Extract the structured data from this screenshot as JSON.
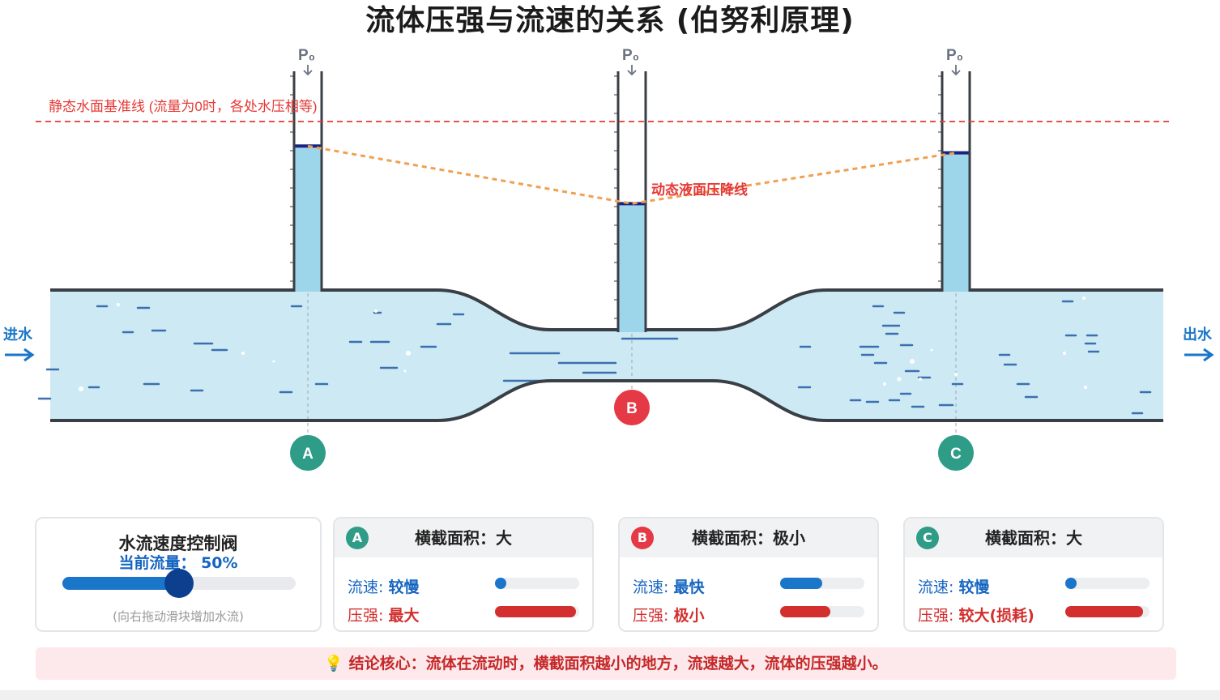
{
  "title": "流体压强与流速的关系 (伯努利原理)",
  "colors": {
    "water": "#cdeaf4",
    "column": "#9dd5ea",
    "pipe": "#3a3f46",
    "static_line": "#e53935",
    "dynamic_line": "#f0a050",
    "teal": "#2e9c86",
    "red": "#e53945",
    "blue": "#1565c0"
  },
  "diagram": {
    "p0_label": "P₀",
    "static_line_label": "静态水面基准线 (流量为0时，各处水压相等)",
    "dynamic_line_label": "动态液面压降线",
    "inlet_label": "进水",
    "outlet_label": "出水",
    "points": [
      {
        "id": "A",
        "level": 0.86
      },
      {
        "id": "B",
        "level": 0.52
      },
      {
        "id": "C",
        "level": 0.82
      }
    ]
  },
  "control": {
    "title": "水流速度控制阀",
    "flow_label": "当前流量：",
    "flow_value": "50%",
    "flow_fraction": 0.5,
    "hint": "(向右拖动滑块增加水流)"
  },
  "cards": [
    {
      "id": "A",
      "head": "横截面积：大",
      "speed_label": "流速:",
      "speed_value": "较慢",
      "speed_fraction": 0.06,
      "pressure_label": "压强:",
      "pressure_value": "最大",
      "pressure_fraction": 0.96
    },
    {
      "id": "B",
      "head": "横截面积：极小",
      "speed_label": "流速:",
      "speed_value": "最快",
      "speed_fraction": 0.5,
      "pressure_label": "压强:",
      "pressure_value": "极小",
      "pressure_fraction": 0.6
    },
    {
      "id": "C",
      "head": "横截面积：大",
      "speed_label": "流速:",
      "speed_value": "较慢",
      "speed_fraction": 0.06,
      "pressure_label": "压强:",
      "pressure_value": "较大(损耗)",
      "pressure_fraction": 0.92
    }
  ],
  "conclusion": {
    "icon": "lightbulb-icon",
    "bulb": "💡",
    "text": "结论核心：流体在流动时，横截面积越小的地方，流速越大，流体的压强越小。"
  }
}
